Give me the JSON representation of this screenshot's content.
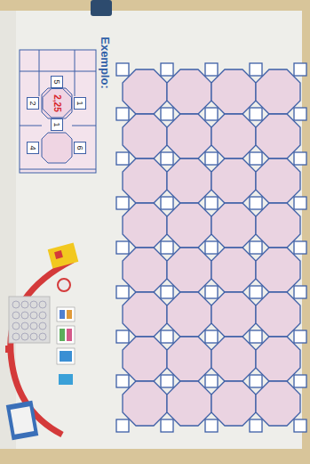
{
  "diagram": {
    "nodes": [
      {
        "text": [
          "1"
        ]
      },
      {
        "text": [
          "6"
        ]
      },
      {
        "text": [
          "5"
        ]
      },
      {
        "text": [
          "2,25"
        ]
      },
      {
        "text": [
          "1"
        ]
      },
      {
        "text": [
          "2"
        ]
      },
      {
        "text": [
          "4"
        ]
      }
    ],
    "labels": [
      "Exemplo:"
    ]
  }
}
